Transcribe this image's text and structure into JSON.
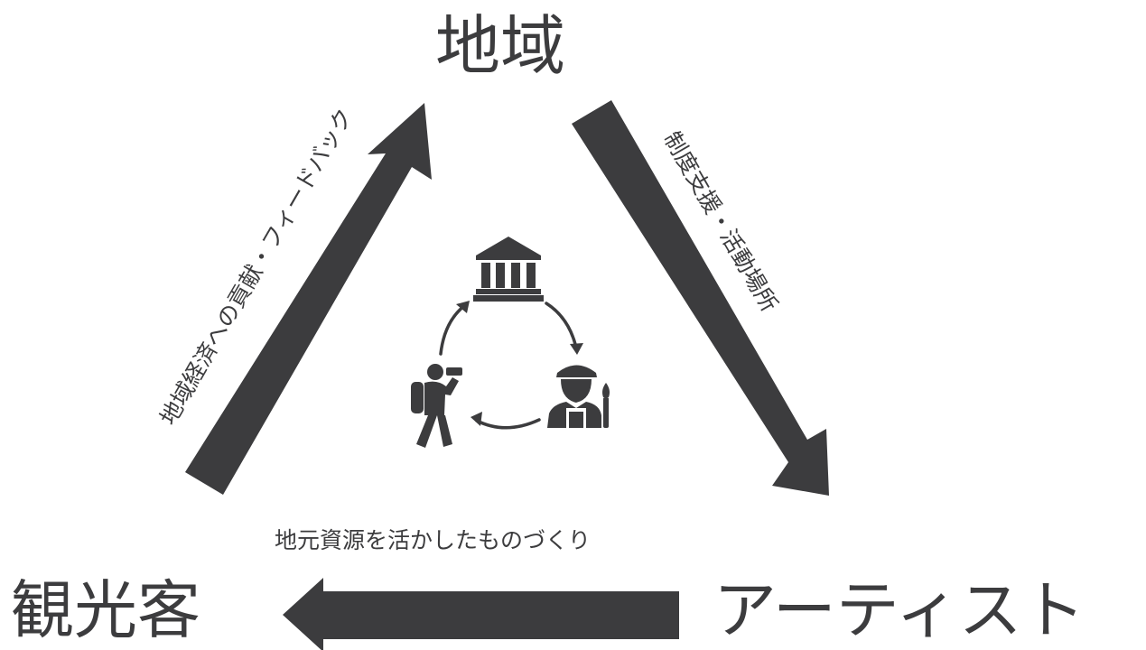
{
  "nodes": {
    "region": "地域",
    "tourists": "観光客",
    "artists": "アーティスト"
  },
  "edges": {
    "tourists_to_region": "地域経済への貢献・フィードバック",
    "region_to_artists": "制度支援・活動場所",
    "artists_to_tourists": "地元資源を活かしたものづくり"
  },
  "icons": {
    "center_top": "museum-building-icon",
    "center_left": "tourist-backpacker-icon",
    "center_right": "artist-painter-icon",
    "cycle_arrows": "cycle-arrow-icon"
  },
  "colors": {
    "dark": "#3c3c3e",
    "background": "#ffffff"
  }
}
